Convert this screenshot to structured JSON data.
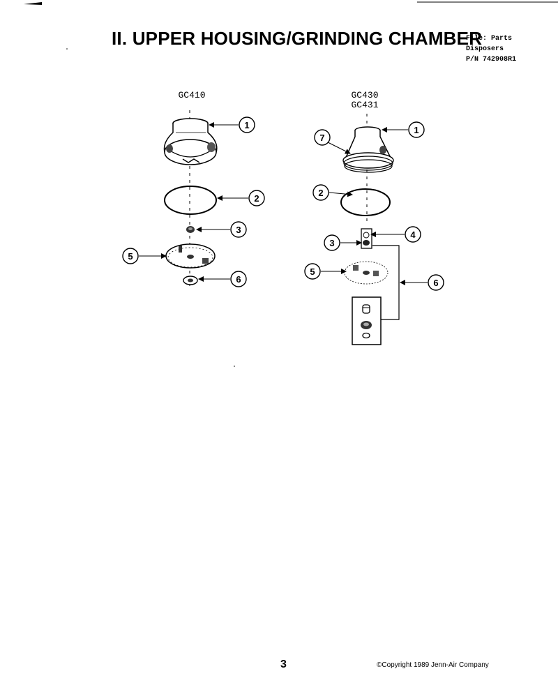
{
  "header": {
    "title": "II. UPPER HOUSING/GRINDING CHAMBER",
    "file_line1": "File: Parts",
    "file_line2": "Disposers",
    "file_line3": "P/N 742908R1"
  },
  "diagram_left": {
    "model": "GC410",
    "callouts": [
      "1",
      "2",
      "3",
      "5",
      "6"
    ]
  },
  "diagram_right": {
    "model_line1": "GC430",
    "model_line2": "GC431",
    "callouts": [
      "7",
      "1",
      "2",
      "4",
      "3",
      "5",
      "6"
    ]
  },
  "footer": {
    "page_number": "3",
    "copyright": "©Copyright 1989 Jenn-Air Company"
  }
}
